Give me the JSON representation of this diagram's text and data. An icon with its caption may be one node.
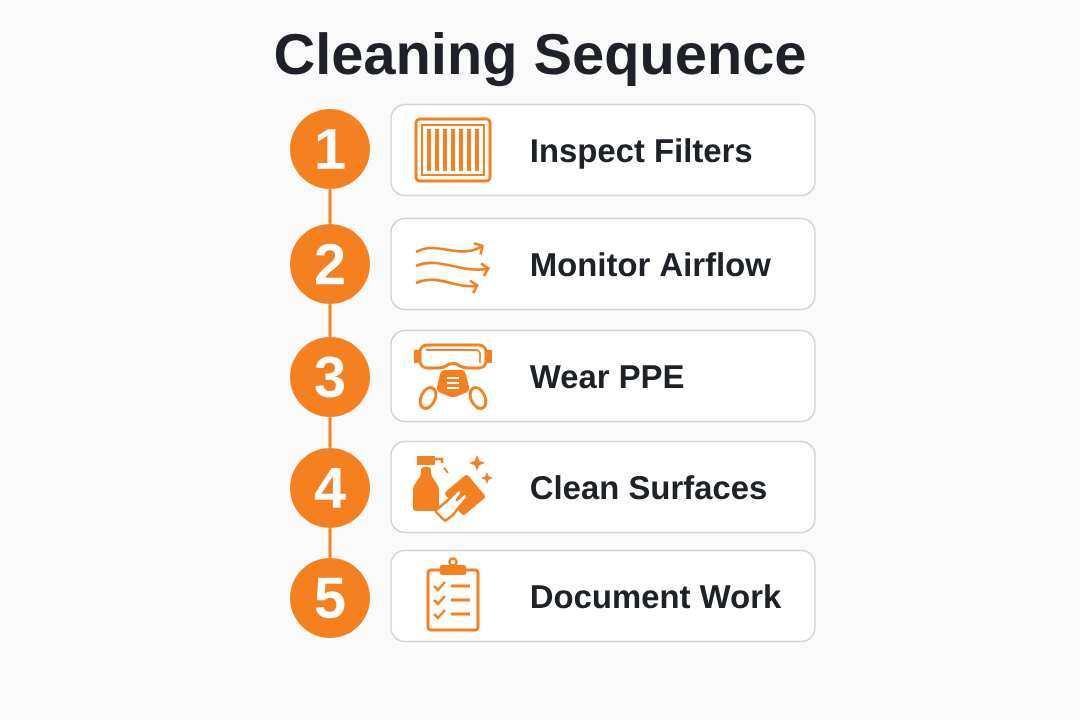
{
  "diagram": {
    "title": "Cleaning Sequence",
    "nodes": [
      {
        "text": [
          "1"
        ]
      },
      {
        "text": [
          "Inspect Filters"
        ]
      },
      {
        "text": [
          "2"
        ]
      },
      {
        "text": [
          "Monitor Airflow"
        ]
      },
      {
        "text": [
          "3"
        ]
      },
      {
        "text": [
          "Wear PPE"
        ]
      },
      {
        "text": [
          "4"
        ]
      },
      {
        "text": [
          "Clean Surfaces"
        ]
      },
      {
        "text": [
          "5"
        ]
      },
      {
        "text": [
          "Document Work"
        ]
      }
    ],
    "edges": [
      {
        "from": 0,
        "to": 2,
        "arrow": "none"
      },
      {
        "from": 2,
        "to": 4,
        "arrow": "none"
      },
      {
        "from": 4,
        "to": 6,
        "arrow": "none"
      },
      {
        "from": 6,
        "to": 8,
        "arrow": "none"
      }
    ]
  }
}
